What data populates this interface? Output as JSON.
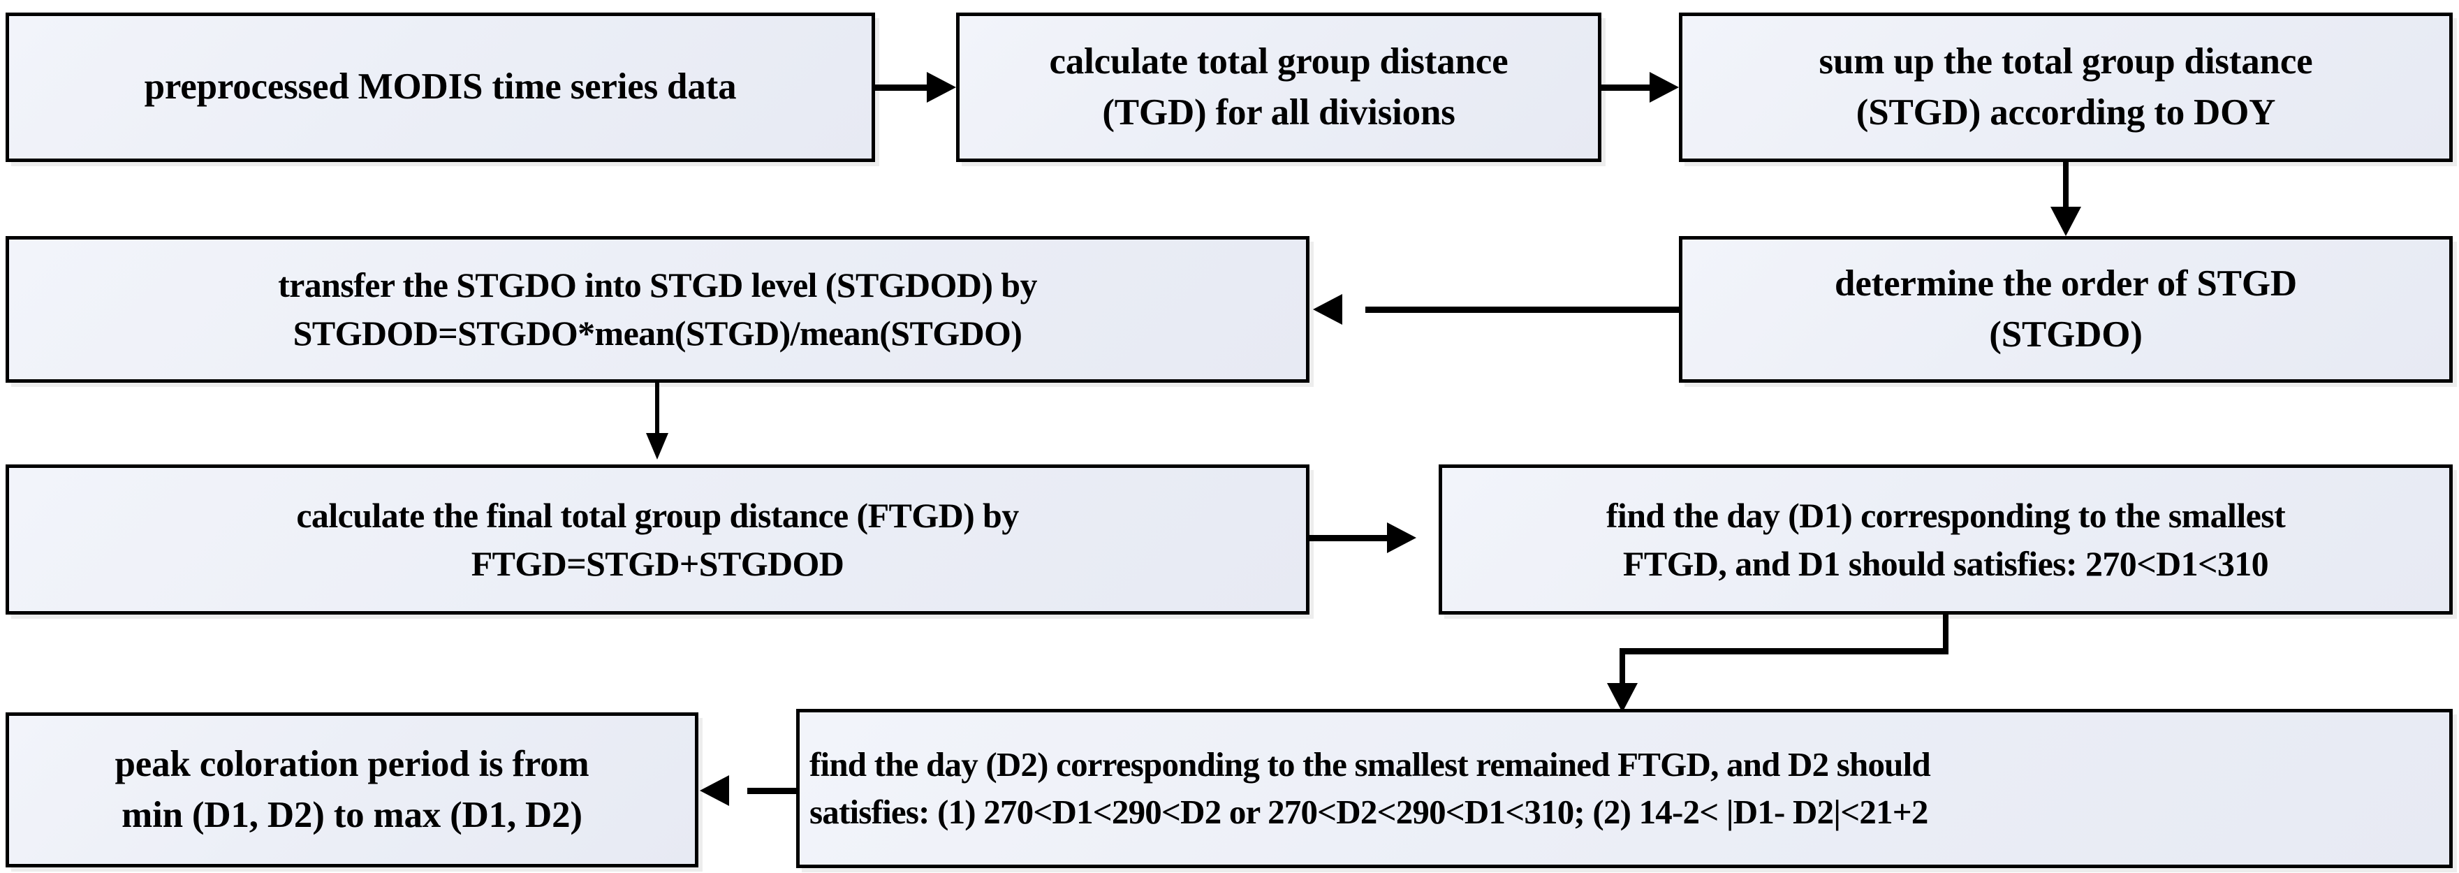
{
  "diagram": {
    "title": "MODIS peak coloration period determination flowchart",
    "colors": {
      "box_border": "#000000",
      "box_fill_light": "#f2f4fa",
      "box_fill_dark": "#e7eaf3",
      "connector": "#000000",
      "background": "#ffffff"
    },
    "nodes": [
      {
        "id": "preprocessed-data",
        "name": "preprocessed-modis-data-node",
        "lines": [
          "preprocessed MODIS time series data"
        ]
      },
      {
        "id": "calculate-tgd",
        "name": "calculate-tgd-node",
        "lines": [
          "calculate total group distance",
          "(TGD) for all divisions"
        ]
      },
      {
        "id": "sum-stgd",
        "name": "sum-stgd-node",
        "lines": [
          "sum up the total group distance",
          "(STGD) according to DOY"
        ]
      },
      {
        "id": "transfer-stgdo",
        "name": "transfer-stgdo-node",
        "lines": [
          "transfer the  STGDO into STGD level (STGDOD) by",
          "STGDOD=STGDO*mean(STGD)/mean(STGDO)"
        ]
      },
      {
        "id": "determine-order",
        "name": "determine-stgd-order-node",
        "lines": [
          "determine the order of STGD",
          "(STGDO)"
        ]
      },
      {
        "id": "calculate-ftgd",
        "name": "calculate-ftgd-node",
        "lines": [
          "calculate the final total group distance (FTGD) by",
          "FTGD=STGD+STGDOD"
        ]
      },
      {
        "id": "find-d1",
        "name": "find-day-d1-node",
        "lines": [
          "find the day (D1) corresponding to the smallest",
          "FTGD, and D1 should satisfies: 270<D1<310"
        ]
      },
      {
        "id": "peak-period",
        "name": "peak-coloration-period-node",
        "lines": [
          "peak coloration period is from",
          "min (D1, D2) to max (D1, D2)"
        ]
      },
      {
        "id": "find-d2",
        "name": "find-day-d2-node",
        "lines": [
          "find the day (D2) corresponding to the smallest  remained FTGD, and D2 should",
          "satisfies: (1)  270<D1<290<D2 or 270<D2<290<D1<310; (2) 14-2< |D1- D2|<21+2"
        ]
      }
    ],
    "connectors": [
      {
        "id": "c1",
        "name": "connector-preprocessed-to-tgd",
        "from": "preprocessed-data",
        "to": "calculate-tgd",
        "direction": "right"
      },
      {
        "id": "c2",
        "name": "connector-tgd-to-stgd",
        "from": "calculate-tgd",
        "to": "sum-stgd",
        "direction": "right"
      },
      {
        "id": "c3",
        "name": "connector-stgd-to-order",
        "from": "sum-stgd",
        "to": "determine-order",
        "direction": "down"
      },
      {
        "id": "c4",
        "name": "connector-order-to-transfer",
        "from": "determine-order",
        "to": "transfer-stgdo",
        "direction": "left"
      },
      {
        "id": "c5",
        "name": "connector-transfer-to-ftgd",
        "from": "transfer-stgdo",
        "to": "calculate-ftgd",
        "direction": "down"
      },
      {
        "id": "c6",
        "name": "connector-ftgd-to-d1",
        "from": "calculate-ftgd",
        "to": "find-d1",
        "direction": "right"
      },
      {
        "id": "c7",
        "name": "connector-d1-to-d2",
        "from": "find-d1",
        "to": "find-d2",
        "direction": "down-elbow"
      },
      {
        "id": "c8",
        "name": "connector-d2-to-peak",
        "from": "find-d2",
        "to": "peak-period",
        "direction": "left"
      }
    ]
  }
}
